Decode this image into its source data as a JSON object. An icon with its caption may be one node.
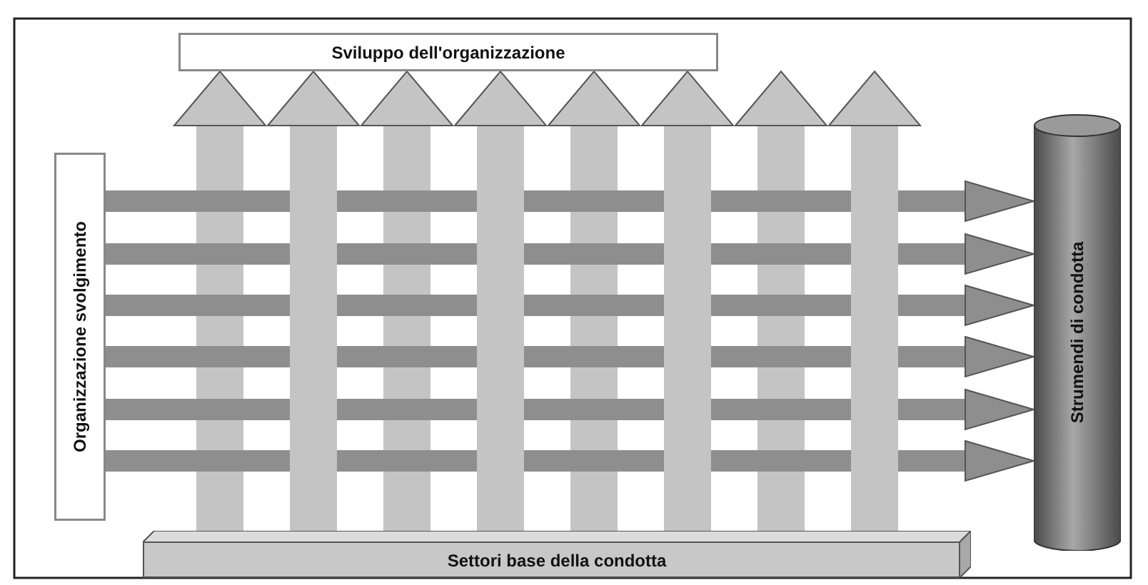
{
  "diagram": {
    "nodes": [
      {
        "text": [
          "Sviluppo dell'organizzazione"
        ]
      },
      {
        "text": [
          "Organizzazione svolgimento"
        ]
      },
      {
        "text": [
          "Strumendi di condotta"
        ]
      },
      {
        "text": [
          "Settori base della condotta"
        ]
      }
    ],
    "edges": [
      {
        "from": 3,
        "to": 0,
        "arrow": "to"
      },
      {
        "from": 3,
        "to": 0,
        "arrow": "to"
      },
      {
        "from": 3,
        "to": 0,
        "arrow": "to"
      },
      {
        "from": 3,
        "to": 0,
        "arrow": "to"
      },
      {
        "from": 3,
        "to": 0,
        "arrow": "to"
      },
      {
        "from": 3,
        "to": 0,
        "arrow": "to"
      },
      {
        "from": 3,
        "to": 0,
        "arrow": "to"
      },
      {
        "from": 3,
        "to": 0,
        "arrow": "to"
      },
      {
        "from": 1,
        "to": 2,
        "arrow": "to",
        "color": "#8e8e8e"
      },
      {
        "from": 1,
        "to": 2,
        "arrow": "to",
        "color": "#8e8e8e"
      },
      {
        "from": 1,
        "to": 2,
        "arrow": "to",
        "color": "#8e8e8e"
      },
      {
        "from": 1,
        "to": 2,
        "arrow": "to",
        "color": "#8e8e8e"
      },
      {
        "from": 1,
        "to": 2,
        "arrow": "to",
        "color": "#8e8e8e"
      },
      {
        "from": 1,
        "to": 2,
        "arrow": "to",
        "color": "#8e8e8e"
      }
    ]
  }
}
